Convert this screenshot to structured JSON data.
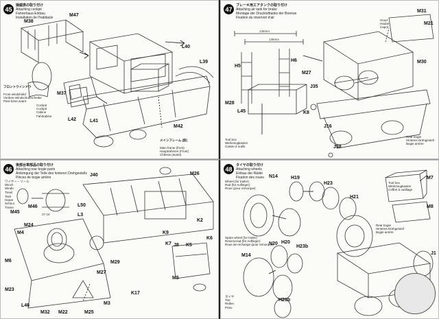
{
  "steps": {
    "s45": {
      "number": "45",
      "title_jp": "操縦席の取り付け",
      "title_en": "Attaching cockpit",
      "title_de": "Fahrerhaus-Einbau",
      "title_fr": "Installation de l'habitacle",
      "parts": [
        "M38",
        "M47",
        "L40",
        "L39",
        "M37",
        "L42",
        "L41",
        "M42"
      ],
      "note1_jp": "フロントウインドウ",
      "note1": "Front windshield\nVordere Windschutzscheibe\nPare-brise avant",
      "note2": "Cockpit\nCockpit\nCabine\nFahrkabine",
      "note3_jp": "メインフレーム (前)",
      "note3": "Main frame (front)\nHauptrahmen (Front)\nChâssis (avant)"
    },
    "s46": {
      "number": "46",
      "title_jp": "後部台車部品の取り付け",
      "title_en": "Attaching rear bogie parts",
      "title_de": "Anbringung der Teile des hinteren Drehgestells",
      "title_fr": "Pièces de bogie arrière",
      "parts": [
        "J40",
        "M26",
        "M46",
        "M45",
        "L50",
        "L3",
        "M24",
        "M4",
        "M23",
        "M27",
        "M29",
        "M3",
        "M25",
        "M6",
        "L46",
        "M32",
        "M22",
        "K2",
        "K5",
        "K6",
        "K17",
        "J8",
        "K7",
        "K9",
        "M5"
      ],
      "note1": "ワイヤー・リール\nWinch\nWinde\nTreuil",
      "note2": "Tack\nHarpe\nSchnur\nTrame",
      "note3": "37-16"
    },
    "s47": {
      "number": "47",
      "title_jp": "ブレーキ用エアタンクの取り付け",
      "title_en": "Attaching air tank for brake",
      "title_de": "Montage der Drucklufttanks der Bremse",
      "title_fr": "Fixation du réservoir d'air",
      "parts": [
        "M31",
        "M21",
        "M30",
        "K8",
        "L45",
        "J16",
        "J35",
        "M28",
        "M27",
        "H5",
        "H6",
        "J38"
      ],
      "dim1": "145mm",
      "dim2": "135mm",
      "note1": "Hood\nHaube\nCapot",
      "note2": "Rear bogie\nHinteres Drehgestell\nBogie arrière",
      "note3": "Tool box\nWerkzeugkasten\nCaisse à outils"
    },
    "s48": {
      "number": "48",
      "title_jp": "タイヤの取り付け",
      "title_en": "Attaching wheels",
      "title_de": "Einbau der Räder",
      "title_fr": "Fixation des roues",
      "parts": [
        "N14",
        "H19",
        "H23",
        "H21",
        "M7",
        "M8",
        "N20",
        "M14",
        "H20",
        "H21b",
        "H23b",
        "J1"
      ],
      "note1": "Wheel (for trailer)\nRad (für Auflieger)\nRoue (pour remorque)",
      "note2": "Spare wheel (for trailer)\nReserverad (für Auflieger)\nRoue de rechange (pour remorque)",
      "note3": "Tool box\nWerkzeugkasten\nCoffret à outillage",
      "note4": "Rear bogie\nHinteres Drehgestell\nBogie arrière",
      "note5": "タイヤ\nTire\nReifen\nPneu"
    }
  },
  "colors": {
    "ink": "#111111",
    "paper": "#fbfbf8",
    "line": "#333333",
    "shade": "#d8d8d8"
  }
}
